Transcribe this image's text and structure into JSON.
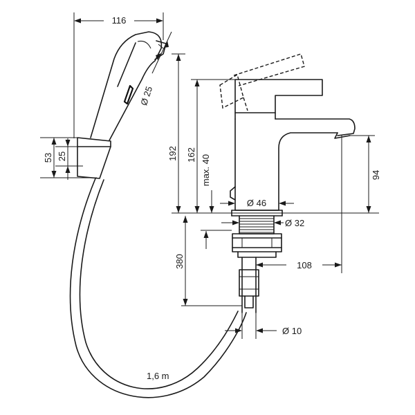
{
  "diagram": {
    "dimensions": {
      "width_handshower": "116",
      "dia_handshower": "Ø 25",
      "holder_height_total": "53",
      "holder_height_inner": "25",
      "height_total": "192",
      "height_162": "162",
      "height_max": "max. 40",
      "dia_base": "Ø 46",
      "dia_thread": "Ø 32",
      "spout_height": "94",
      "length_below": "380",
      "reach": "108",
      "dia_connection": "Ø 10",
      "hose_length": "1,6 m"
    }
  }
}
